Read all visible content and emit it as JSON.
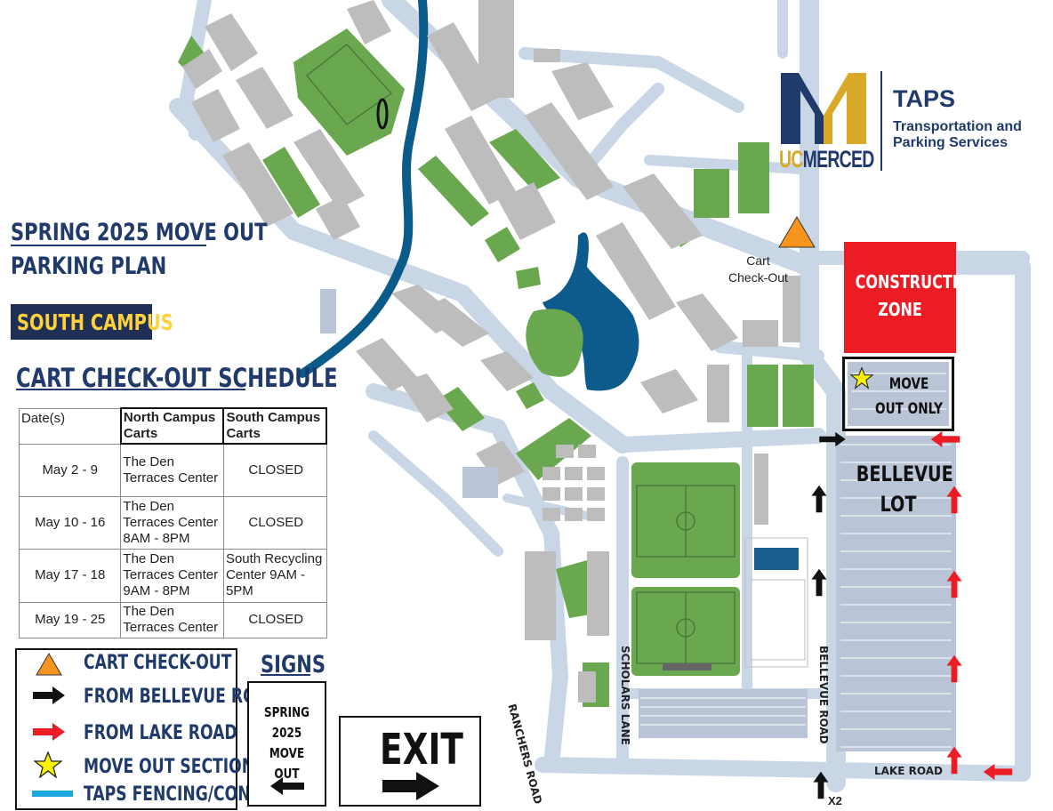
{
  "header": {
    "title_line1": "SPRING 2025 MOVE OUT",
    "title_line2": "PARKING PLAN",
    "campus_badge": "SOUTH CAMPUS"
  },
  "logo": {
    "org": "TAPS",
    "org_full_line1": "Transportation and",
    "org_full_line2": "Parking Services",
    "uc": "UC",
    "merced": "MERCED",
    "colors": {
      "navy": "#1f3a6b",
      "gold": "#d9a92a"
    }
  },
  "schedule": {
    "title": "CART CHECK-OUT SCHEDULE",
    "headers": [
      "Date(s)",
      "North Campus Carts",
      "South Campus Carts"
    ],
    "rows": [
      {
        "dates": "May 2 - 9",
        "north": "The Den Terraces Center",
        "south": "CLOSED"
      },
      {
        "dates": "May 10 - 16",
        "north": "The Den Terraces Center 8AM - 8PM",
        "south": "CLOSED"
      },
      {
        "dates": "May 17 - 18",
        "north": "The Den Terraces Center 9AM - 8PM",
        "south": "South Recycling Center 9AM - 5PM"
      },
      {
        "dates": "May 19 - 25",
        "north": "The Den Terraces Center",
        "south": "CLOSED"
      }
    ]
  },
  "legend": {
    "items": [
      {
        "label": "CART CHECK-OUT",
        "icon": "orange-triangle-icon",
        "color": "#f7941d"
      },
      {
        "label": "FROM BELLEVUE ROAD",
        "icon": "black-arrow-icon",
        "color": "#111111"
      },
      {
        "label": "FROM LAKE ROAD",
        "icon": "red-arrow-icon",
        "color": "#ec1c24"
      },
      {
        "label": "MOVE OUT SECTION",
        "icon": "yellow-star-icon",
        "color": "#fff200"
      },
      {
        "label": "TAPS FENCING/CONES",
        "icon": "blue-bar-icon",
        "color": "#1ba6e0"
      }
    ]
  },
  "signs": {
    "title": "SIGNS",
    "sign1_line1": "SPRING 2025",
    "sign1_line2": "MOVE",
    "sign1_line3": "OUT",
    "sign2_text": "EXIT"
  },
  "map": {
    "cart_checkout_label_line1": "Cart",
    "cart_checkout_label_line2": "Check-Out",
    "construction_line1": "CONSTRUCTION",
    "construction_line2": "ZONE",
    "move_out_line1": "MOVE",
    "move_out_line2": "OUT ONLY",
    "lot_line1": "BELLEVUE",
    "lot_line2": "LOT",
    "roads": {
      "ranchers": "RANCHERS ROAD",
      "scholars": "SCHOLARS LANE",
      "bellevue": "BELLEVUE ROAD",
      "lake": "LAKE ROAD"
    },
    "entry_note": "X2"
  }
}
